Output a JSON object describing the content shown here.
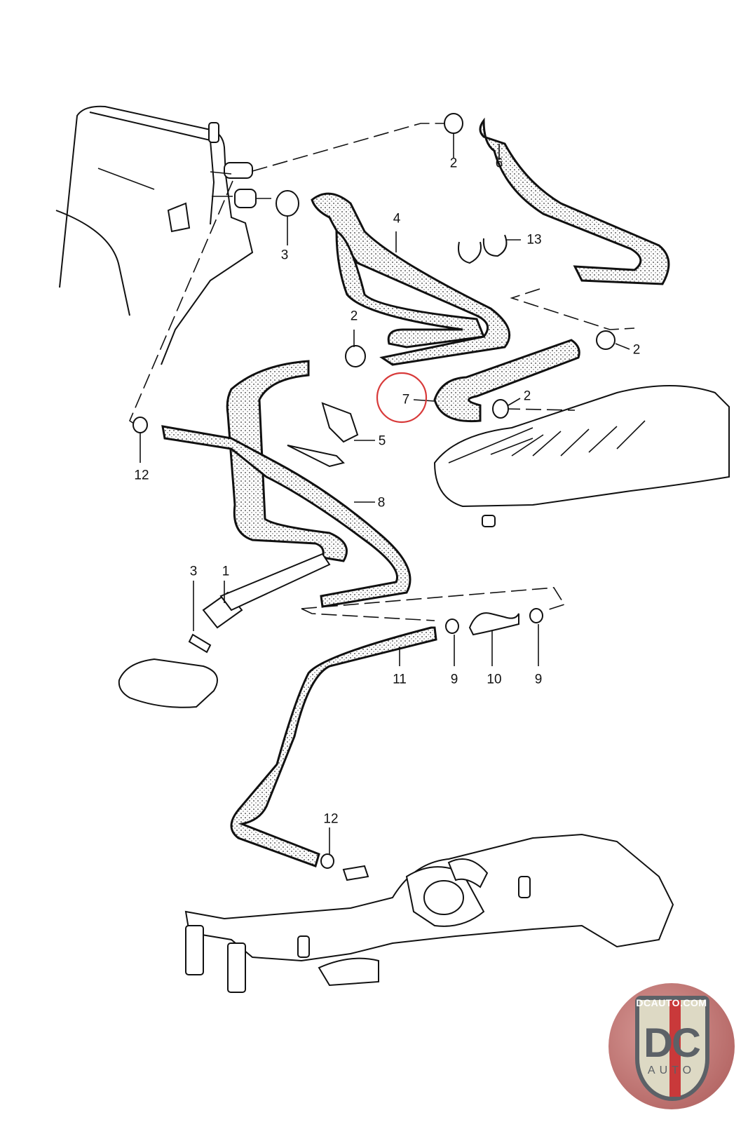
{
  "diagram": {
    "title": "Coolant / hose assembly parts diagram",
    "highlight_color": "#d83a3a",
    "highlighted_part": "7",
    "callouts": [
      {
        "id": "c2a",
        "label": "2"
      },
      {
        "id": "c6",
        "label": "6"
      },
      {
        "id": "c3a",
        "label": "3"
      },
      {
        "id": "c4",
        "label": "4"
      },
      {
        "id": "c13",
        "label": "13"
      },
      {
        "id": "c2b",
        "label": "2"
      },
      {
        "id": "c2c",
        "label": "2"
      },
      {
        "id": "c7",
        "label": "7"
      },
      {
        "id": "c2d",
        "label": "2"
      },
      {
        "id": "c5",
        "label": "5"
      },
      {
        "id": "c12a",
        "label": "12"
      },
      {
        "id": "c8",
        "label": "8"
      },
      {
        "id": "c3b",
        "label": "3"
      },
      {
        "id": "c1",
        "label": "1"
      },
      {
        "id": "c11",
        "label": "11"
      },
      {
        "id": "c9a",
        "label": "9"
      },
      {
        "id": "c10",
        "label": "10"
      },
      {
        "id": "c9b",
        "label": "9"
      },
      {
        "id": "c12b",
        "label": "12"
      }
    ]
  },
  "watermark": {
    "top_text": "DCAUTO.COM",
    "main_text": "DC",
    "sub_text": "AUTO",
    "colors": {
      "badge": "#b86c6a",
      "shield": "#ddd9c4",
      "text": "#5c6167",
      "stripe": "#c9393a"
    }
  }
}
